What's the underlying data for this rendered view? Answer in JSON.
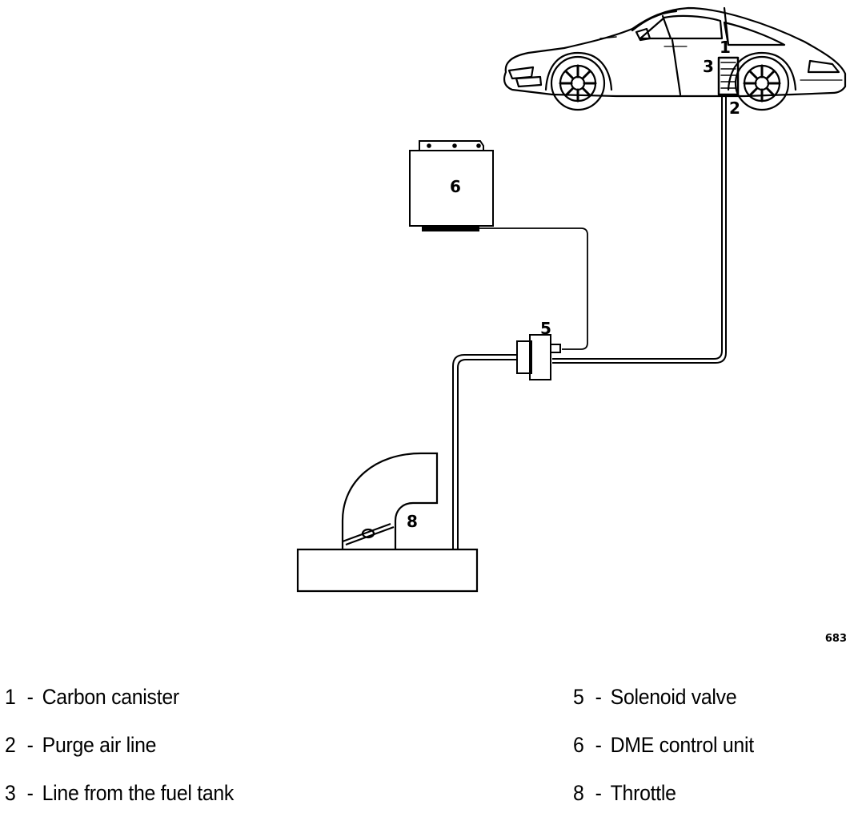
{
  "diagram": {
    "callouts": [
      "1",
      "2",
      "3",
      "5",
      "6",
      "8"
    ],
    "figure_number": "683"
  },
  "legend": {
    "left": [
      {
        "num": "1",
        "label": "Carbon canister"
      },
      {
        "num": "2",
        "label": "Purge air line"
      },
      {
        "num": "3",
        "label": "Line from the fuel tank"
      }
    ],
    "right": [
      {
        "num": "5",
        "label": "Solenoid valve"
      },
      {
        "num": "6",
        "label": "DME control unit"
      },
      {
        "num": "8",
        "label": "Throttle"
      }
    ]
  }
}
